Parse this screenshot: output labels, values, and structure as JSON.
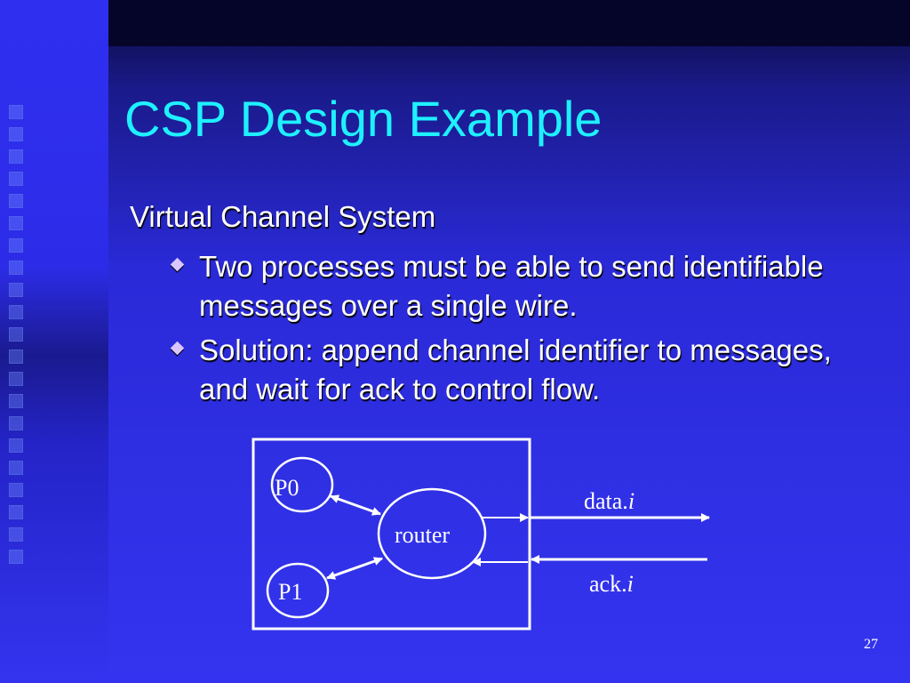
{
  "slide": {
    "title": "CSP Design Example",
    "level1": "Virtual Channel System",
    "bullets": [
      "Two processes must be able to send identifiable messages over a single wire.",
      "Solution: append channel identifier to messages, and wait for ack to control flow."
    ],
    "page_number": "27"
  },
  "diagram": {
    "nodes": {
      "p0": "P0",
      "p1": "P1",
      "router": "router"
    },
    "signals": {
      "data_prefix": "data.",
      "ack_prefix": "ack.",
      "index": "i"
    }
  }
}
